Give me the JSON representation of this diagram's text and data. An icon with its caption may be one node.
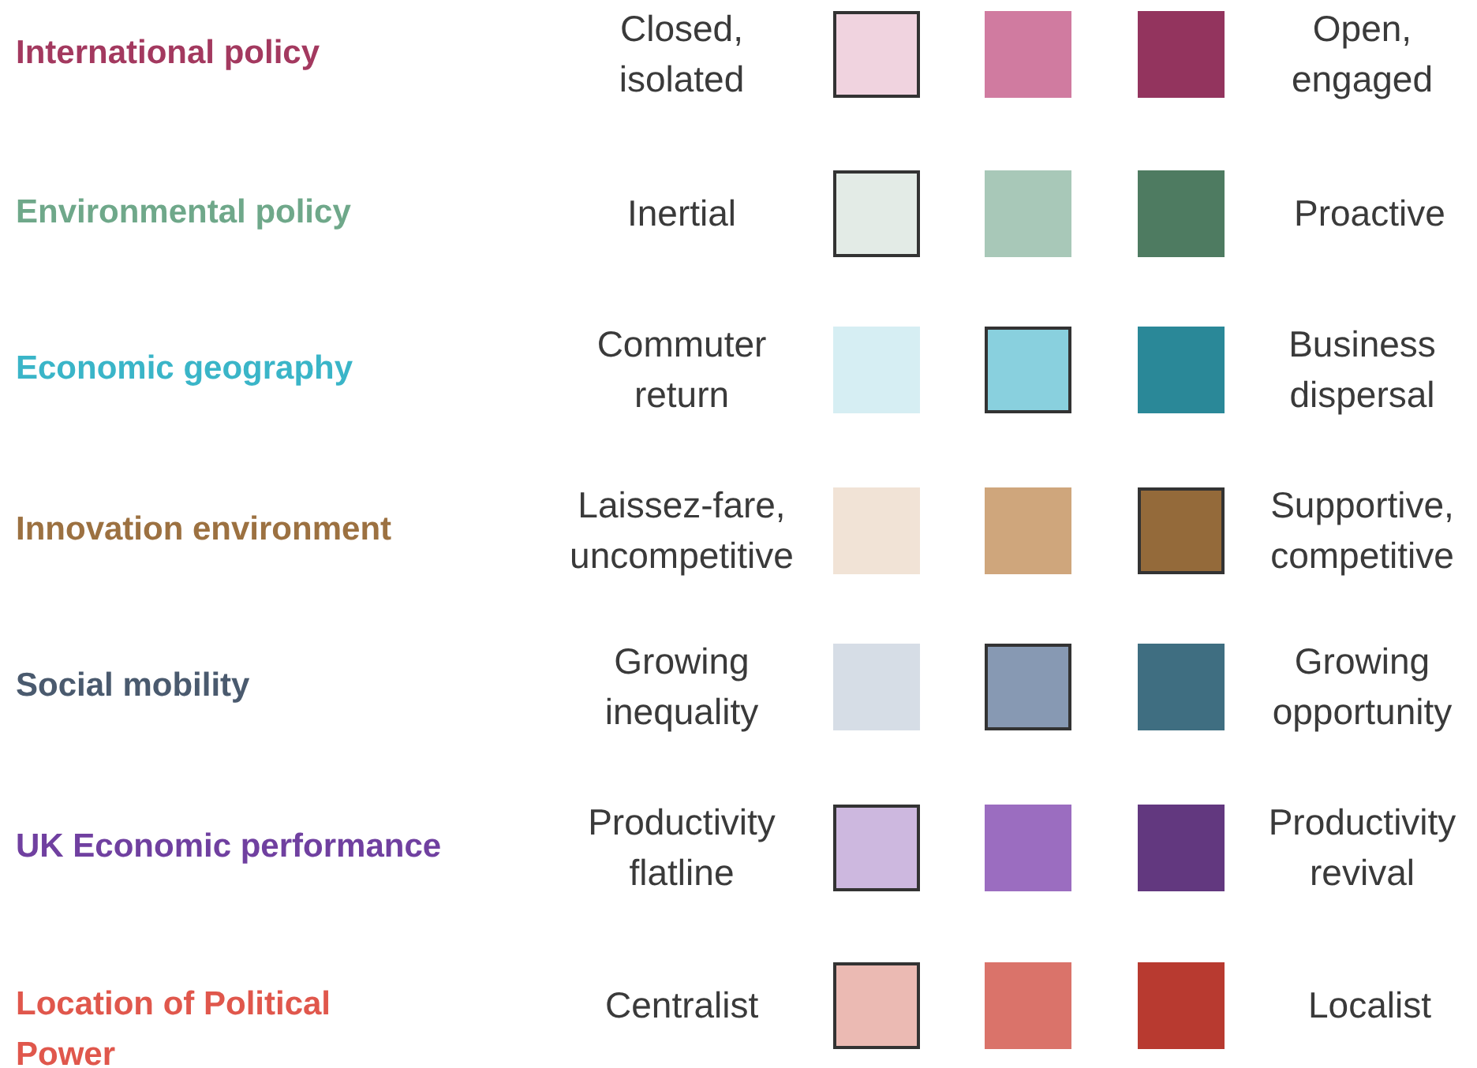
{
  "diagram": {
    "nodes": [
      {
        "text": [],
        "shape": "box"
      },
      {
        "text": [],
        "shape": "box"
      },
      {
        "text": [],
        "shape": "box"
      },
      {
        "text": [],
        "shape": "box"
      },
      {
        "text": [],
        "shape": "box"
      },
      {
        "text": [],
        "shape": "box"
      },
      {
        "text": [],
        "shape": "box"
      },
      {
        "text": [],
        "shape": "box"
      },
      {
        "text": [],
        "shape": "box"
      },
      {
        "text": [],
        "shape": "box"
      },
      {
        "text": [],
        "shape": "box"
      },
      {
        "text": [],
        "shape": "box"
      },
      {
        "text": [],
        "shape": "box"
      },
      {
        "text": [],
        "shape": "box"
      },
      {
        "text": [],
        "shape": "box"
      },
      {
        "text": [],
        "shape": "box"
      },
      {
        "text": [],
        "shape": "box"
      },
      {
        "text": [],
        "shape": "box"
      },
      {
        "text": [],
        "shape": "box"
      },
      {
        "text": [],
        "shape": "box"
      },
      {
        "text": [],
        "shape": "box"
      }
    ],
    "labels": [
      "International policy",
      "Closed, isolated",
      "Open, engaged",
      "Environmental policy",
      "Inertial",
      "Proactive",
      "Economic geography",
      "Commuter return",
      "Business dispersal",
      "Innovation environment",
      "Laissez-fare, uncompetitive",
      "Supportive, competitive",
      "Social mobility",
      "Growing inequality",
      "Growing opportunity",
      "UK Economic performance",
      "Productivity flatline",
      "Productivity revival",
      "Location of Political Power",
      "Centralist",
      "Localist"
    ]
  }
}
